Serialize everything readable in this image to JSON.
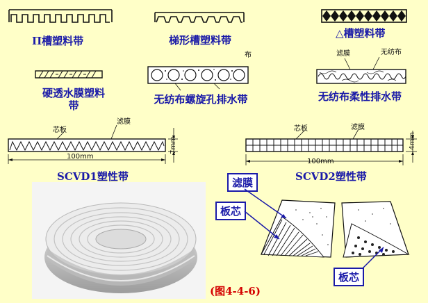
{
  "strips": {
    "pi_channel": {
      "label": "Π槽塑料带"
    },
    "trapezoid": {
      "label": "梯形槽塑料带",
      "side_note": "布"
    },
    "triangle": {
      "label": "△槽塑料带",
      "filter": "滤膜",
      "nonwoven": "无纺布"
    },
    "hard_film": {
      "label": "硬透水膜塑料带"
    },
    "spiral_hole": {
      "label": "无纺布螺旋孔排水带"
    },
    "flexible": {
      "label": "无纺布柔性排水带"
    }
  },
  "scvd1": {
    "title": "SCVD1塑性带",
    "core_label": "芯板",
    "filter_label": "滤膜",
    "width_dim": "100mm",
    "thickness_dim": "7mm"
  },
  "scvd2": {
    "title": "SCVD2塑性带",
    "core_label": "芯板",
    "filter_label": "滤膜",
    "width_dim": "100mm",
    "thickness_dim": "4mm"
  },
  "callouts": {
    "filter_film": "滤膜",
    "core_left": "板芯",
    "core_right": "板芯"
  },
  "caption": "(图4-4-6)",
  "colors": {
    "background": "#ffffc8",
    "title_blue": "#1a1aa8",
    "caption_red": "#d40000"
  }
}
